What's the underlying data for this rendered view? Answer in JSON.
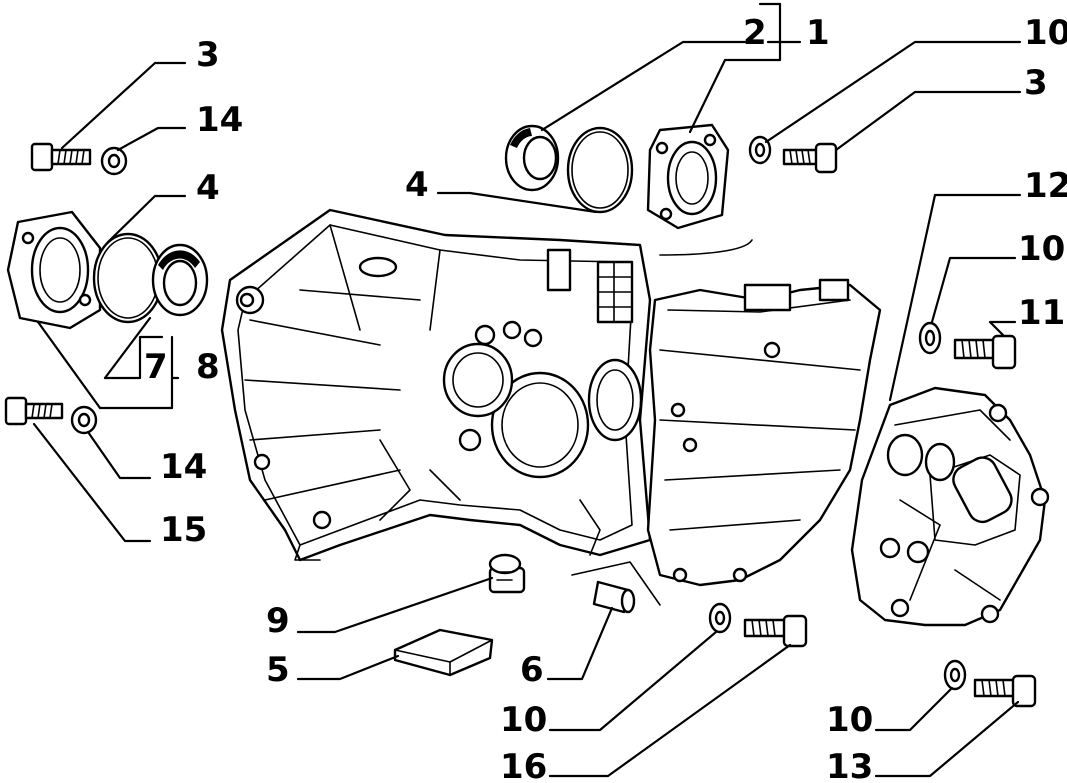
{
  "diagram": {
    "callouts": [
      {
        "id": "c-3-top-left",
        "label": "3"
      },
      {
        "id": "c-14-top-left",
        "label": "14"
      },
      {
        "id": "c-4-left",
        "label": "4"
      },
      {
        "id": "c-7",
        "label": "7"
      },
      {
        "id": "c-8",
        "label": "8"
      },
      {
        "id": "c-14-mid-left",
        "label": "14"
      },
      {
        "id": "c-15",
        "label": "15"
      },
      {
        "id": "c-2",
        "label": "2"
      },
      {
        "id": "c-1",
        "label": "1"
      },
      {
        "id": "c-4-center",
        "label": "4"
      },
      {
        "id": "c-10-top-right",
        "label": "10"
      },
      {
        "id": "c-3-top-right",
        "label": "3"
      },
      {
        "id": "c-12",
        "label": "12"
      },
      {
        "id": "c-10-right",
        "label": "10"
      },
      {
        "id": "c-11",
        "label": "11"
      },
      {
        "id": "c-9",
        "label": "9"
      },
      {
        "id": "c-5",
        "label": "5"
      },
      {
        "id": "c-6",
        "label": "6"
      },
      {
        "id": "c-10-bottom-center",
        "label": "10"
      },
      {
        "id": "c-16",
        "label": "16"
      },
      {
        "id": "c-10-bottom-right",
        "label": "10"
      },
      {
        "id": "c-13",
        "label": "13"
      }
    ]
  }
}
